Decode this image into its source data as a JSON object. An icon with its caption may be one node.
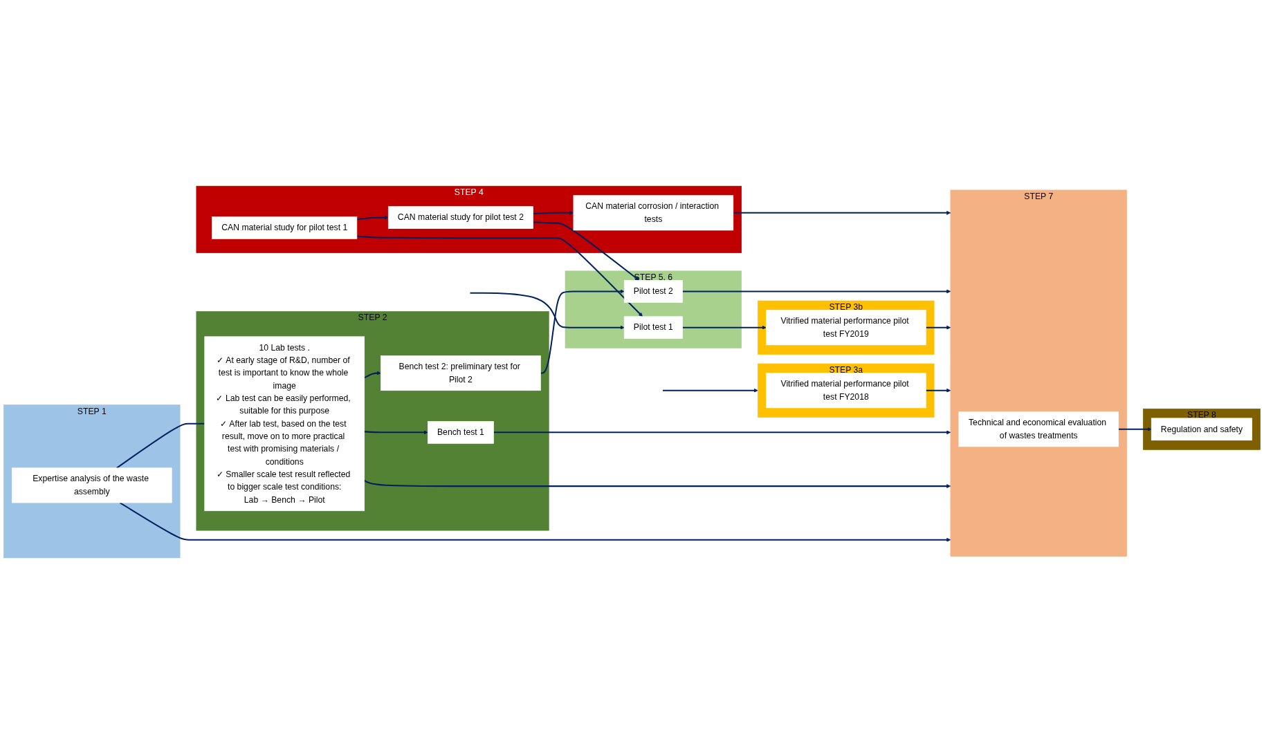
{
  "diagram": {
    "nodes": [
      {
        "text": [
          "STEP 1"
        ]
      },
      {
        "text": [
          "Expertise analysis of the waste assembly"
        ],
        "in": 0
      },
      {
        "text": [
          "STEP 4"
        ]
      },
      {
        "text": [
          "CAN material study for pilot test 1"
        ],
        "in": 2
      },
      {
        "text": [
          "CAN material study for pilot test 2"
        ],
        "in": 2
      },
      {
        "text": [
          "CAN material corrosion / interaction tests"
        ],
        "in": 2
      },
      {
        "text": [
          "STEP 5, 6"
        ]
      },
      {
        "text": [
          "Pilot test 1"
        ],
        "in": 6
      },
      {
        "text": [
          "Pilot test 2"
        ],
        "in": 6
      },
      {
        "text": [
          "STEP 3b"
        ]
      },
      {
        "text": [
          "Vitrified material performance pilot test FY2019"
        ],
        "in": 9
      },
      {
        "text": [
          "STEP 3a"
        ]
      },
      {
        "text": [
          "Vitrified material performance pilot test FY2018"
        ],
        "in": 11
      },
      {
        "text": [
          "STEP 2"
        ]
      },
      {
        "text": [
          "10 Lab tests .",
          "✓ At early stage of R&D, number of test is important to know the whole image",
          "✓ Lab test can be easily performed, suitable for this purpose",
          "✓ After lab test, based on the test result, move on to more practical test with promising materials / conditions",
          "✓ Smaller scale test result reflected to bigger scale test conditions:",
          "Lab → Bench → Pilot"
        ],
        "in": 13
      },
      {
        "text": [
          "Bench test 2: preliminary test for Pilot 2"
        ],
        "in": 13
      },
      {
        "text": [
          "Bench test 1"
        ],
        "in": 13
      },
      {
        "text": [
          "STEP 7"
        ]
      },
      {
        "text": [
          "Technical and economical evaluation of wastes treatments"
        ],
        "in": 17
      },
      {
        "text": [
          "STEP 8"
        ]
      },
      {
        "text": [
          "Regulation and safety"
        ],
        "in": 19
      }
    ],
    "edges": [
      {
        "from": null,
        "to": 7,
        "arrow": "to"
      },
      {
        "from": null,
        "to": 11,
        "arrow": "to"
      },
      {
        "from": 3,
        "to": 7,
        "arrow": "to"
      },
      {
        "from": 3,
        "to": 4,
        "arrow": "to"
      },
      {
        "from": 4,
        "to": 8,
        "arrow": "to"
      },
      {
        "from": 4,
        "to": 5,
        "arrow": "to"
      },
      {
        "from": 7,
        "to": 10,
        "arrow": "to"
      },
      {
        "from": 5,
        "to": 17,
        "arrow": "to"
      },
      {
        "from": 8,
        "to": 17,
        "arrow": "to"
      },
      {
        "from": 10,
        "to": 17,
        "arrow": "to"
      },
      {
        "from": 12,
        "to": 17,
        "arrow": "to"
      },
      {
        "from": 15,
        "to": 8,
        "arrow": "to"
      },
      {
        "from": 1,
        "to": 14,
        "arrow": "none"
      },
      {
        "from": 14,
        "to": 15,
        "arrow": "to"
      },
      {
        "from": 14,
        "to": 16,
        "arrow": "to"
      },
      {
        "from": 16,
        "to": 17,
        "arrow": "to"
      },
      {
        "from": 14,
        "to": 17,
        "arrow": "to"
      },
      {
        "from": 1,
        "to": 17,
        "arrow": "to"
      },
      {
        "from": 18,
        "to": 20,
        "arrow": "to"
      }
    ]
  }
}
